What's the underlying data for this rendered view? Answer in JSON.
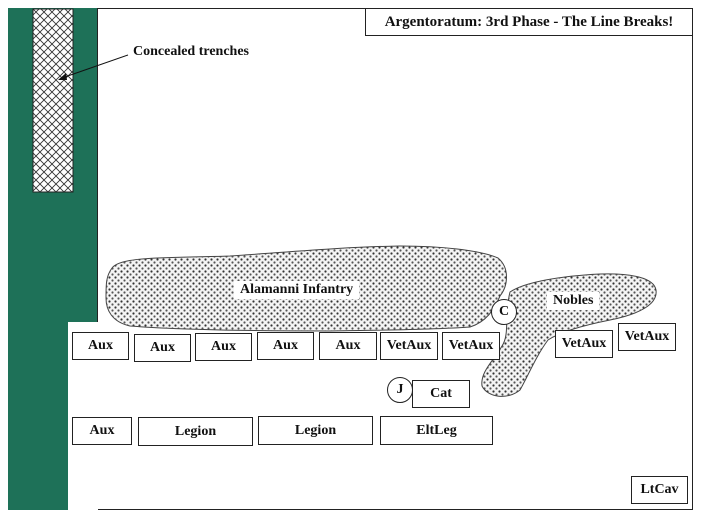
{
  "title": "Argentoratum:  3rd Phase - The Line Breaks!",
  "colors": {
    "sidebar": "#1e7158",
    "border": "#222222",
    "background": "#ffffff"
  },
  "annotations": {
    "trenches": "Concealed trenches"
  },
  "regions": {
    "alamanni": "Alamanni Infantry",
    "nobles": "Nobles"
  },
  "markers": {
    "c": "C",
    "j": "J"
  },
  "front_row": [
    "Aux",
    "Aux",
    "Aux",
    "Aux",
    "Aux",
    "VetAux",
    "VetAux"
  ],
  "right_units": [
    "VetAux",
    "VetAux"
  ],
  "cat": "Cat",
  "second_row": [
    "Aux",
    "Legion",
    "Legion",
    "EltLeg"
  ],
  "ltcav": "LtCav"
}
